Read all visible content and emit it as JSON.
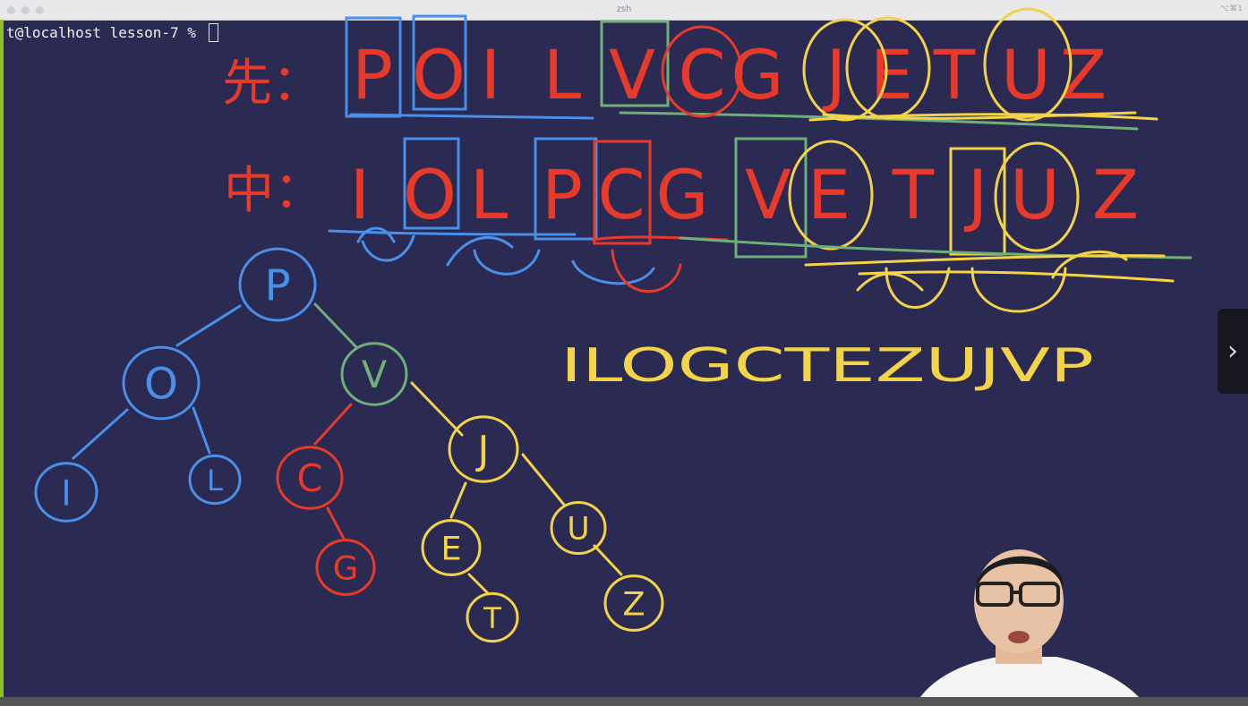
{
  "window": {
    "title": "zsh",
    "shortcut_hint": "⌥⌘1"
  },
  "terminal": {
    "prompt": "t@localhost lesson-7 % "
  },
  "whiteboard": {
    "preorder": {
      "label": "先：",
      "sequence": [
        "P",
        "O",
        "I",
        "L",
        "V",
        "C",
        "G",
        "J",
        "E",
        "T",
        "U",
        "Z"
      ]
    },
    "inorder": {
      "label": "中：",
      "sequence": [
        "I",
        "O",
        "L",
        "P",
        "C",
        "G",
        "V",
        "E",
        "T",
        "J",
        "U",
        "Z"
      ]
    },
    "postorder_answer": "ILOGCTEZUJVP",
    "tree": {
      "nodes": [
        "P",
        "O",
        "V",
        "I",
        "L",
        "C",
        "J",
        "G",
        "E",
        "U",
        "T",
        "Z"
      ],
      "edges": [
        [
          "P",
          "O"
        ],
        [
          "P",
          "V"
        ],
        [
          "O",
          "I"
        ],
        [
          "O",
          "L"
        ],
        [
          "V",
          "C"
        ],
        [
          "V",
          "J"
        ],
        [
          "C",
          "G"
        ],
        [
          "J",
          "E"
        ],
        [
          "J",
          "U"
        ],
        [
          "E",
          "T"
        ],
        [
          "U",
          "Z"
        ]
      ]
    }
  },
  "colors": {
    "blue": "#4a8fe8",
    "green": "#6fb07a",
    "red": "#e83a2a",
    "yellow": "#f2d34a",
    "background": "#2a2a52"
  },
  "side_toggle": {
    "icon": "chevron-right-icon",
    "glyph": "›"
  }
}
